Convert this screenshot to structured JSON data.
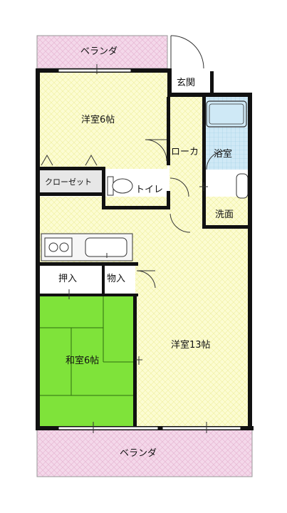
{
  "rooms": {
    "balcony_top": "ベランダ",
    "entrance": "玄関",
    "western_6": "洋室6帖",
    "corridor": "ローカ",
    "bath": "浴室",
    "closet": "クローゼット",
    "toilet": "トイレ",
    "washroom": "洗面",
    "push_in": "押入",
    "storage": "物入",
    "western_13": "洋室13帖",
    "japanese_6": "和室6帖",
    "balcony_bottom": "ベランダ"
  },
  "colors": {
    "balcony": "#f4d8ea",
    "western_floor": "#fcfcd2",
    "tatami": "#7fe33a",
    "bath_tile": "#cfe9f6",
    "wall": "#111111"
  }
}
